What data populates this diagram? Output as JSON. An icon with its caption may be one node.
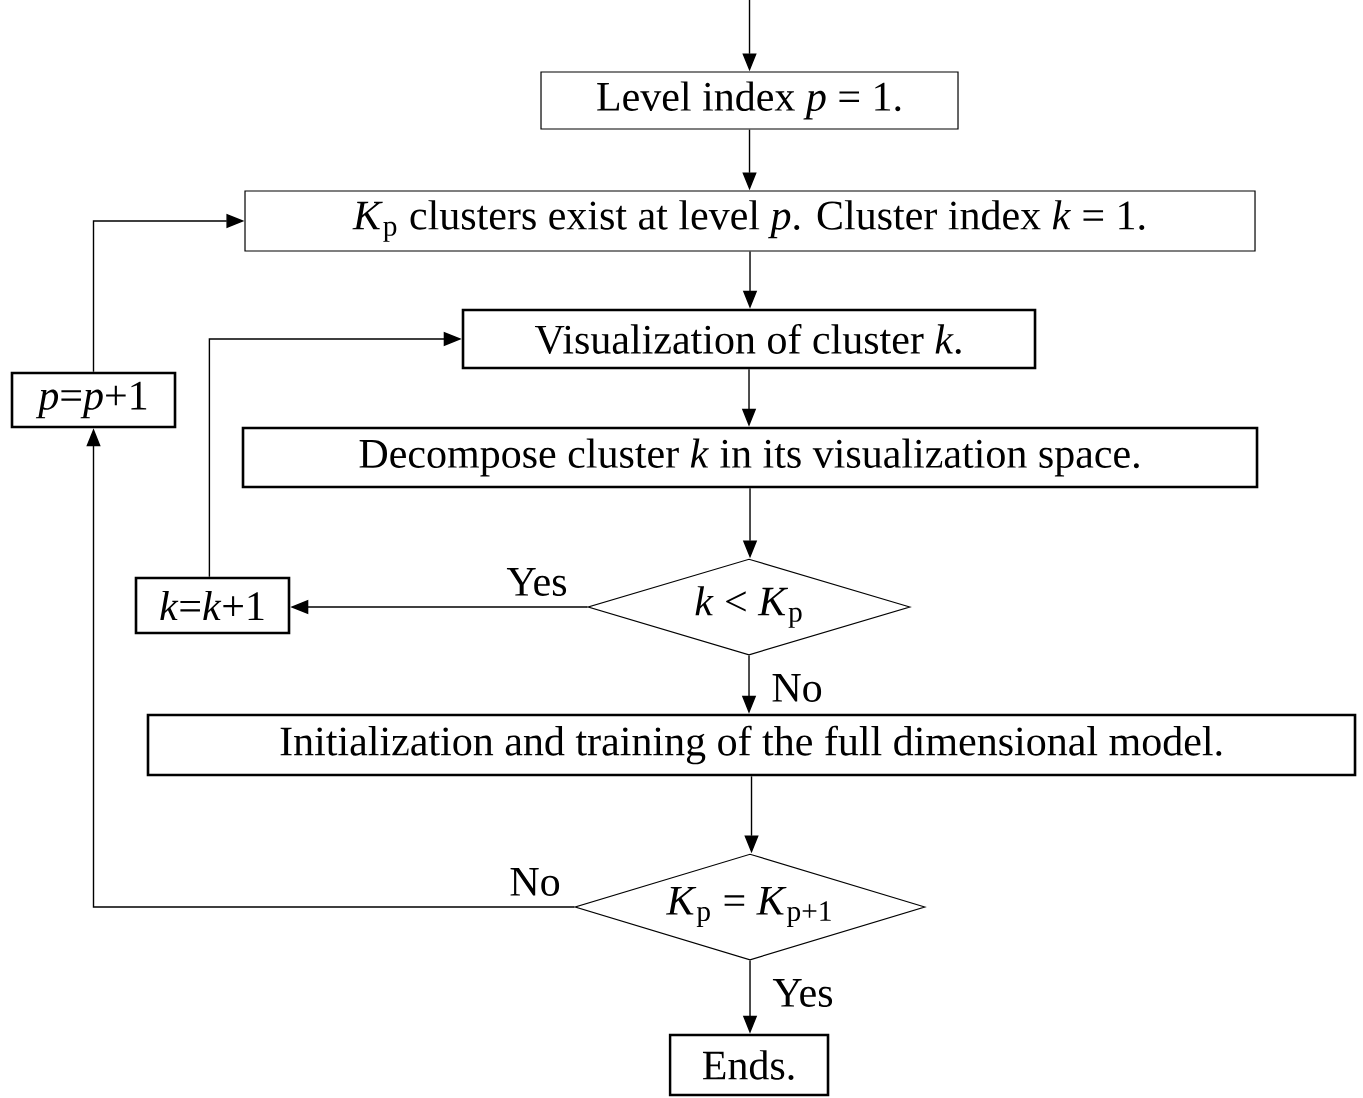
{
  "diagram": {
    "nodes": [
      {
        "text": [
          "Level index *p* = 1."
        ]
      },
      {
        "text": [
          "*K*$_{p}$ clusters exist at level *p*. Cluster index *k* = 1."
        ]
      },
      {
        "text": [
          "Visualization of cluster *k*."
        ]
      },
      {
        "text": [
          "Decompose cluster *k* in its visualization space."
        ]
      },
      {
        "text": [
          "*k* < *K*$_{p}$"
        ]
      },
      {
        "text": [
          "*k*=*k*+1"
        ]
      },
      {
        "text": [
          "Initialization and training of the full dimensional model."
        ]
      },
      {
        "text": [
          "*K*$_{p}$ = *K*$_{p+1}$"
        ]
      },
      {
        "text": [
          "*p*=*p*+1"
        ]
      },
      {
        "text": [
          "Ends."
        ]
      }
    ],
    "edges": [
      {
        "from": null,
        "to": 0,
        "arrow": "to"
      },
      {
        "from": 0,
        "to": 1,
        "arrow": "to"
      },
      {
        "from": 1,
        "to": 2,
        "arrow": "to"
      },
      {
        "from": 2,
        "to": 3,
        "arrow": "to"
      },
      {
        "from": 3,
        "to": 4,
        "arrow": "to"
      },
      {
        "from": 4,
        "to": 5,
        "arrow": "to",
        "label": "Yes"
      },
      {
        "from": 5,
        "to": 2,
        "arrow": "to"
      },
      {
        "from": 4,
        "to": 6,
        "arrow": "to",
        "label": "No"
      },
      {
        "from": 6,
        "to": 7,
        "arrow": "to"
      },
      {
        "from": 7,
        "to": 8,
        "arrow": "to",
        "label": "No"
      },
      {
        "from": 8,
        "to": 1,
        "arrow": "to"
      },
      {
        "from": 7,
        "to": 9,
        "arrow": "to",
        "label": "Yes"
      }
    ]
  }
}
